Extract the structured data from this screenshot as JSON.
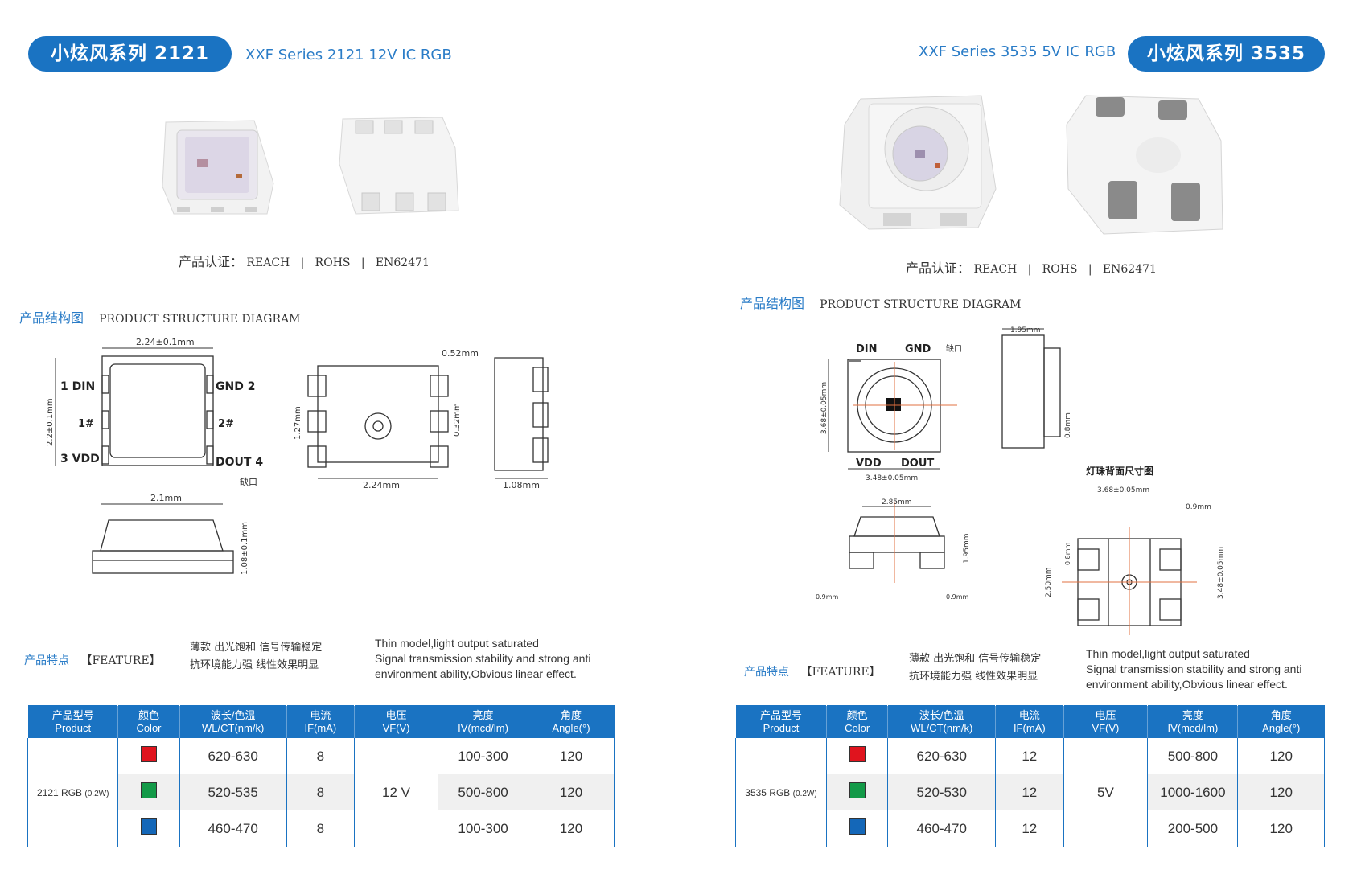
{
  "left": {
    "pill": "小炫风系列 2121",
    "subtitle": "XXF Series 2121  12V  IC RGB",
    "cert_label": "产品认证：",
    "cert_items": "REACH   |   ROHS   |   EN62471",
    "structure_cn": "产品结构图",
    "structure_en": "PRODUCT  STRUCTURE DIAGRAM",
    "feature_cn": "产品特点",
    "feature_en": "【FEATURE】",
    "feature_text_cn_1": "薄款 出光饱和 信号传输稳定",
    "feature_text_cn_2": "抗环境能力强  线性效果明显",
    "feature_text_en_1": "Thin model,light output saturated",
    "feature_text_en_2": "Signal transmission stability and strong anti",
    "feature_text_en_3": "environment ability,Obvious linear effect.",
    "diagram_labels": {
      "width_top": "2.24±0.1mm",
      "pin1": "1  DIN",
      "pin2": "GND 2",
      "mid_left": "1#",
      "mid_right": "2#",
      "pin3": "3  VDD",
      "pin4": "DOUT 4",
      "notch": "缺口",
      "height_left": "2.2±0.1mm",
      "pad_w": "0.52mm",
      "pad_pitch": "1.27mm",
      "pad_h": "0.32mm",
      "bottom_w": "2.24mm",
      "side_w": "1.08mm",
      "front_w": "2.1mm",
      "front_h": "1.08±0.1mm"
    },
    "table": {
      "headers": [
        [
          "产品型号",
          "Product"
        ],
        [
          "颜色",
          "Color"
        ],
        [
          "波长/色温",
          "WL/CT(nm/k)"
        ],
        [
          "电流",
          "IF(mA)"
        ],
        [
          "电压",
          "VF(V)"
        ],
        [
          "亮度",
          "IV(mcd/lm)"
        ],
        [
          "角度",
          "Angle(°)"
        ]
      ],
      "product": "2121 RGB",
      "product_power": "(0.2W)",
      "voltage": "12 V",
      "rows": [
        {
          "color": "#e0141e",
          "wl": "620-630",
          "if": "8",
          "iv": "100-300",
          "angle": "120"
        },
        {
          "color": "#139a48",
          "wl": "520-535",
          "if": "8",
          "iv": "500-800",
          "angle": "120"
        },
        {
          "color": "#1467b8",
          "wl": "460-470",
          "if": "8",
          "iv": "100-300",
          "angle": "120"
        }
      ]
    }
  },
  "right": {
    "pill": "小炫风系列 3535",
    "subtitle": "XXF Series 3535  5V  IC RGB",
    "cert_label": "产品认证：",
    "cert_items": "REACH   |   ROHS   |   EN62471",
    "structure_cn": "产品结构图",
    "structure_en": "PRODUCT  STRUCTURE DIAGRAM",
    "feature_cn": "产品特点",
    "feature_en": "【FEATURE】",
    "feature_text_cn_1": "薄款 出光饱和 信号传输稳定",
    "feature_text_cn_2": "抗环境能力强  线性效果明显",
    "feature_text_en_1": "Thin model,light output saturated",
    "feature_text_en_2": "Signal transmission stability and strong anti",
    "feature_text_en_3": "environment ability,Obvious linear effect.",
    "diagram_labels": {
      "din": "DIN",
      "gnd": "GND",
      "notch": "缺口",
      "vdd": "VDD",
      "dout": "DOUT",
      "height_left": "3.68±0.05mm",
      "width_bottom": "3.48±0.05mm",
      "side_w": "1.95mm",
      "side_h": "0.8mm",
      "back_title": "灯珠背面尺寸图",
      "back_w": "3.68±0.05mm",
      "back_pad": "0.9mm",
      "front_w": "2.85mm",
      "front_h": "1.95mm",
      "front_pad_l": "0.9mm",
      "front_pad_r": "0.9mm",
      "back_h": "3.48±0.05mm",
      "back_pad_h": "2.50mm",
      "back_pad_small": "0.8mm"
    },
    "table": {
      "headers": [
        [
          "产品型号",
          "Product"
        ],
        [
          "颜色",
          "Color"
        ],
        [
          "波长/色温",
          "WL/CT(nm/k)"
        ],
        [
          "电流",
          "IF(mA)"
        ],
        [
          "电压",
          "VF(V)"
        ],
        [
          "亮度",
          "IV(mcd/lm)"
        ],
        [
          "角度",
          "Angle(°)"
        ]
      ],
      "product": "3535 RGB",
      "product_power": "(0.2W)",
      "voltage": "5V",
      "rows": [
        {
          "color": "#e0141e",
          "wl": "620-630",
          "if": "12",
          "iv": "500-800",
          "angle": "120"
        },
        {
          "color": "#139a48",
          "wl": "520-530",
          "if": "12",
          "iv": "1000-1600",
          "angle": "120"
        },
        {
          "color": "#1467b8",
          "wl": "460-470",
          "if": "12",
          "iv": "200-500",
          "angle": "120"
        }
      ]
    }
  }
}
